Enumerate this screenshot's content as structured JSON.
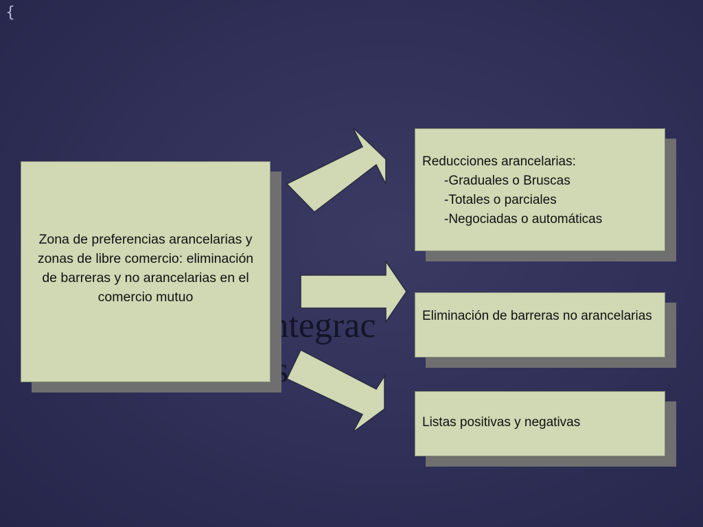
{
  "corner_mark": "{",
  "background_title": {
    "line1": "integrac",
    "line2": "s"
  },
  "main_box": {
    "text": "Zona de preferencias arancelarias y zonas de libre comercio: eliminación de barreras y no arancelarias en el comercio mutuo"
  },
  "right_boxes": [
    {
      "title": "Reducciones arancelarias:",
      "items": [
        "-Graduales o Bruscas",
        "-Totales o parciales",
        "-Negociadas o automáticas"
      ]
    },
    {
      "title": "Eliminación de barreras no arancelarias"
    },
    {
      "title": "Listas positivas y negativas"
    }
  ],
  "colors": {
    "background": "#2f2f57",
    "box_fill": "#d0d8b4",
    "box_shadow": "#6f6f6f",
    "arrow_fill": "#d0d8b4"
  }
}
